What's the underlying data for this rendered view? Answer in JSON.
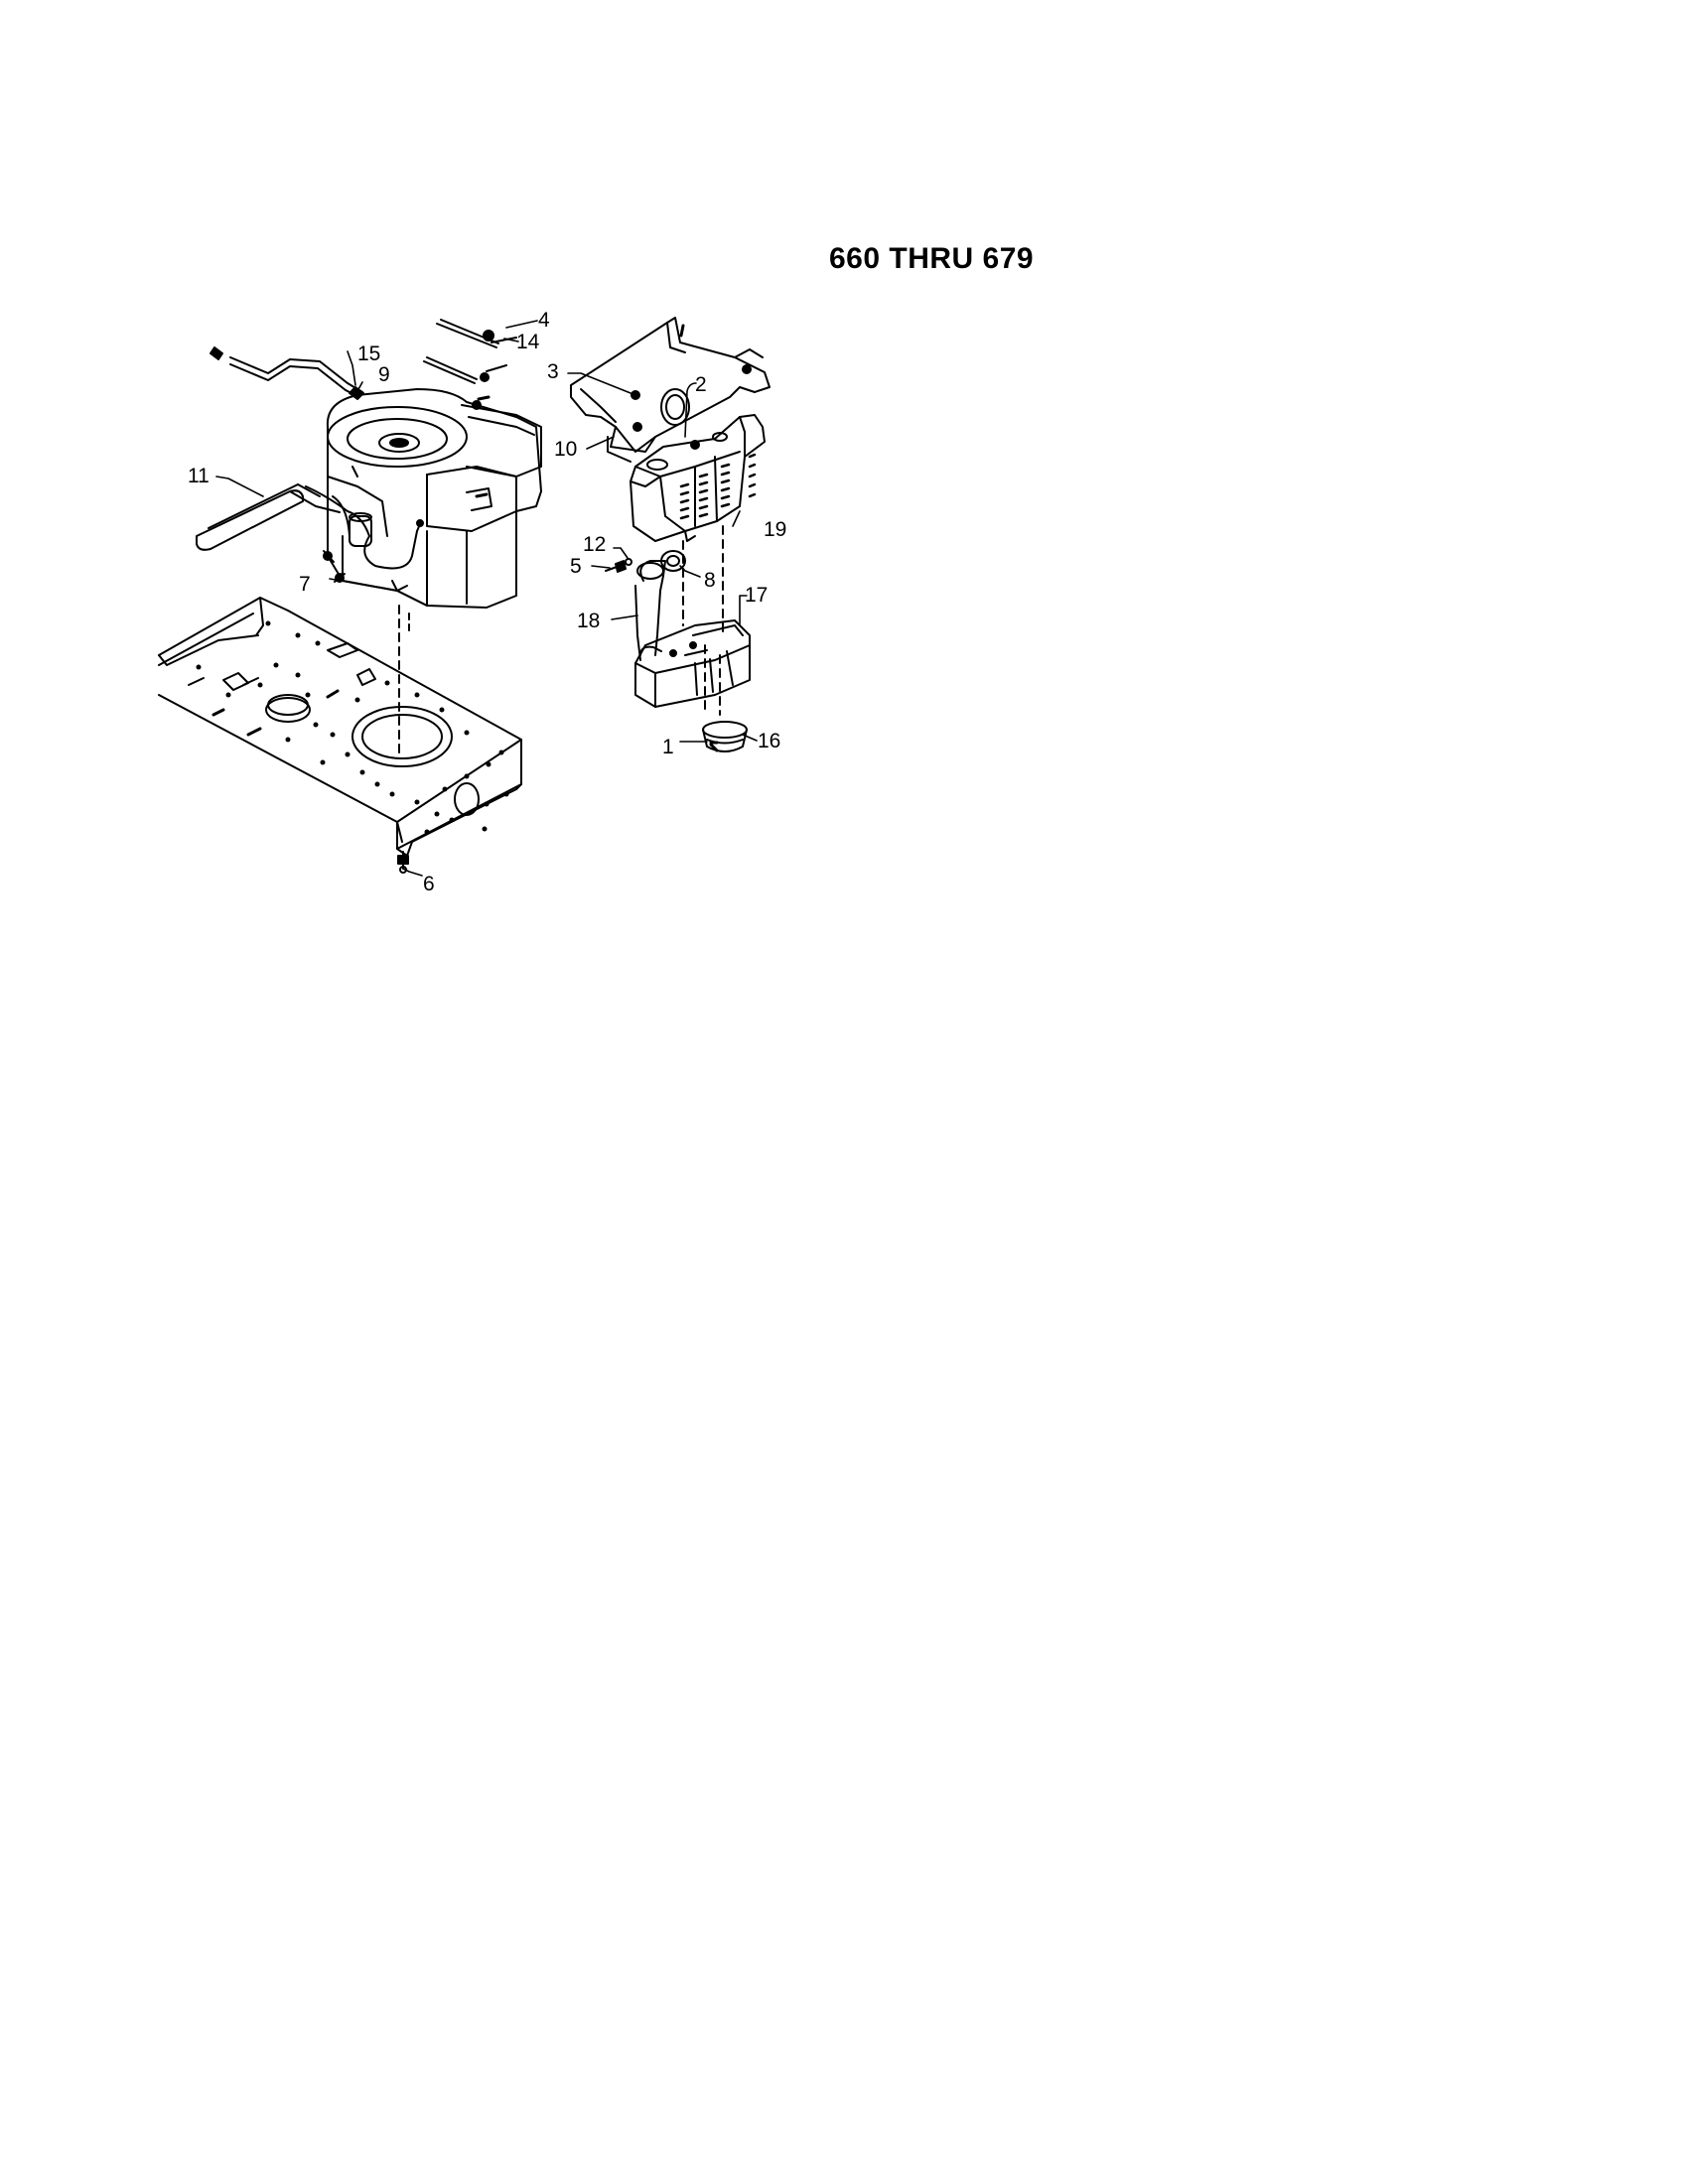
{
  "title": "660 THRU 679",
  "callouts": {
    "c1": "1",
    "c2": "2",
    "c3": "3",
    "c4": "4",
    "c5": "5",
    "c6": "6",
    "c7": "7",
    "c8": "8",
    "c9": "9",
    "c10": "10",
    "c11": "11",
    "c12": "12",
    "c14": "14",
    "c15": "15",
    "c16": "16",
    "c17": "17",
    "c18": "18",
    "c19": "19"
  },
  "colors": {
    "ink": "#000000",
    "paper": "#ffffff"
  }
}
